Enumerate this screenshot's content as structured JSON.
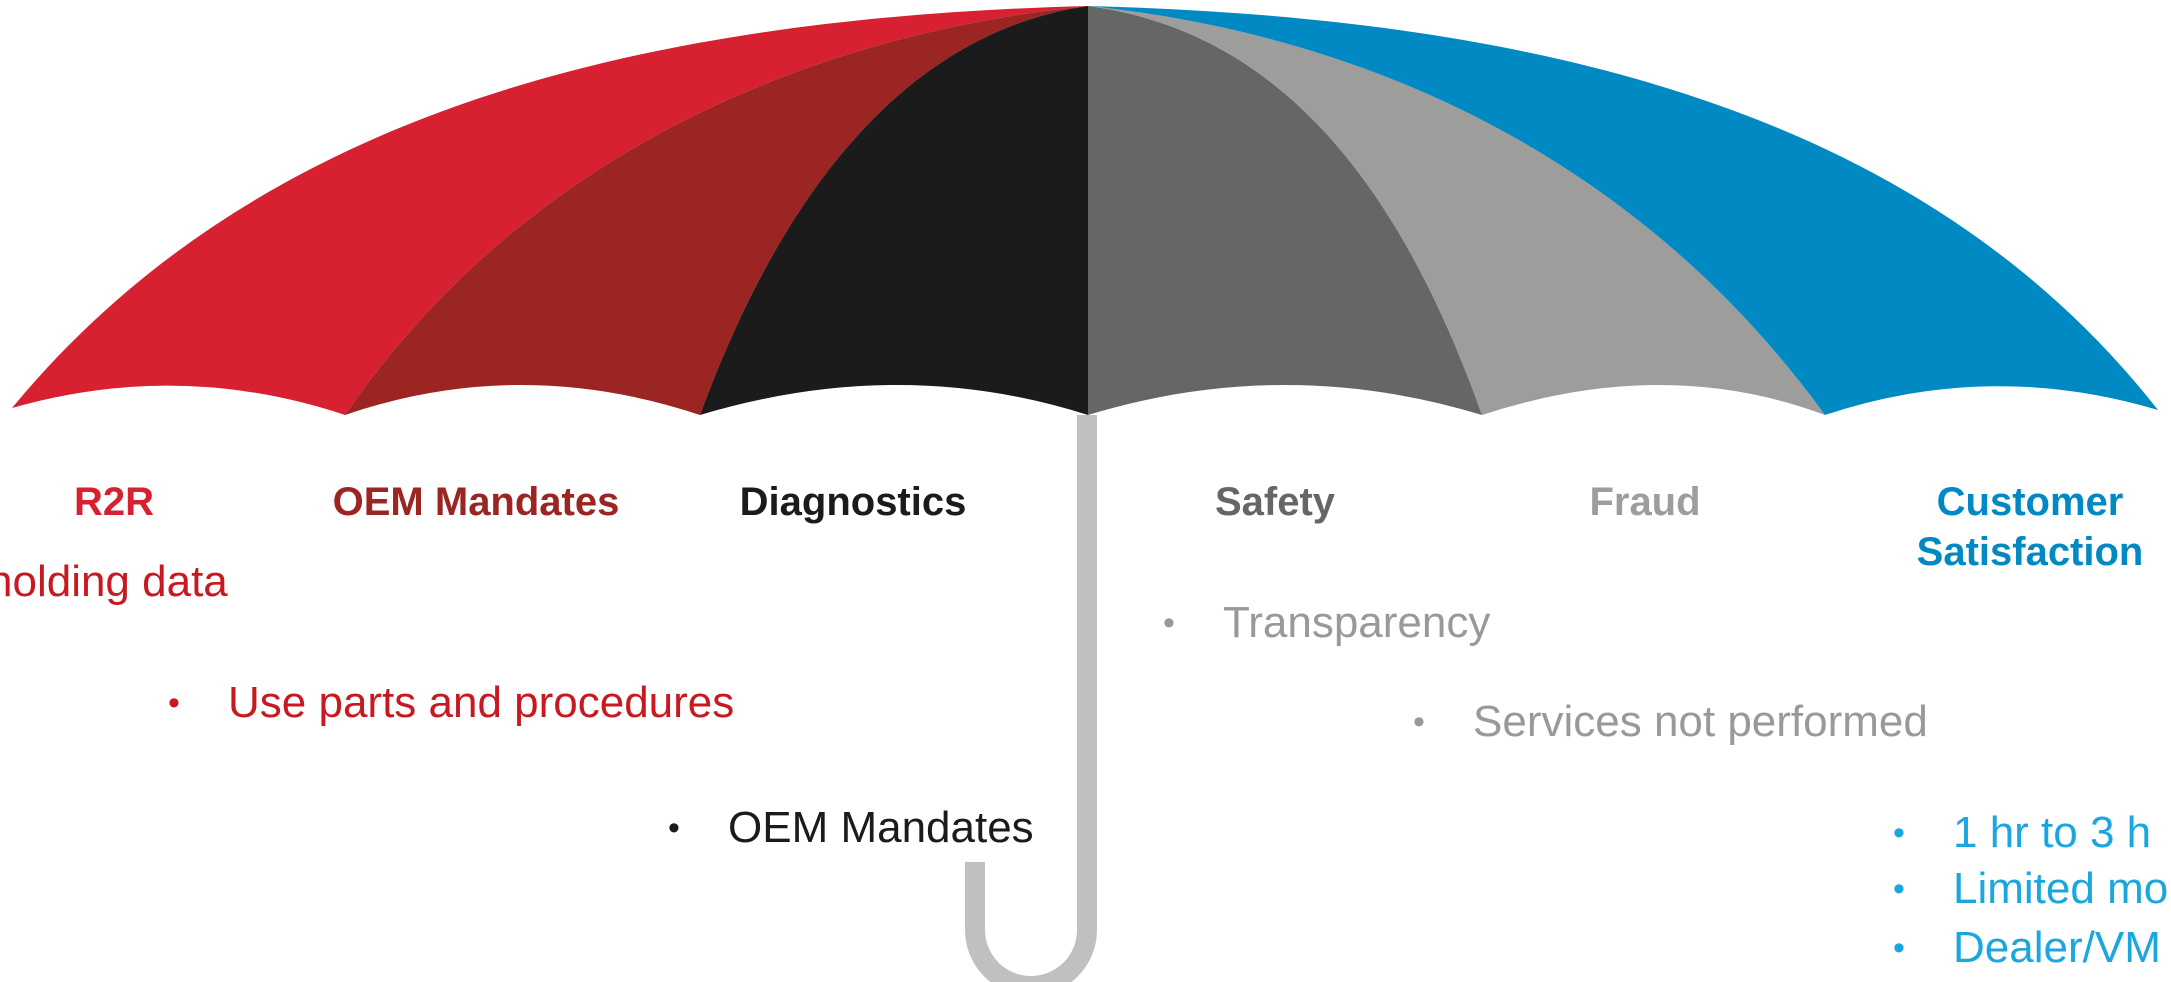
{
  "colors": {
    "r2r": "#d72030",
    "oem": "#9a2522",
    "diagnostics": "#1b1b1b",
    "safety": "#666664",
    "fraud": "#9d9e9b",
    "customer": "#0089c2",
    "handle": "#c0c0c0",
    "r2r_text": "#c7191f",
    "safety_text": "#999999",
    "customer_text": "#1aa6de"
  },
  "labels": {
    "r2r": "R2R",
    "oem": "OEM Mandates",
    "diagnostics": "Diagnostics",
    "safety": "Safety",
    "fraud": "Fraud",
    "customer_line1": "Customer",
    "customer_line2": "Satisfaction"
  },
  "bullets": {
    "bullet_symbol": "•",
    "r2r_partial": "holding data",
    "r2r_parts": "Use parts and procedures",
    "diag_oem": "OEM Mandates",
    "safety_transparency": "Transparency",
    "fraud_services": "Services not performed",
    "customer_1": "1 hr to 3 h",
    "customer_2": "Limited mo",
    "customer_3": "Dealer/VM"
  }
}
